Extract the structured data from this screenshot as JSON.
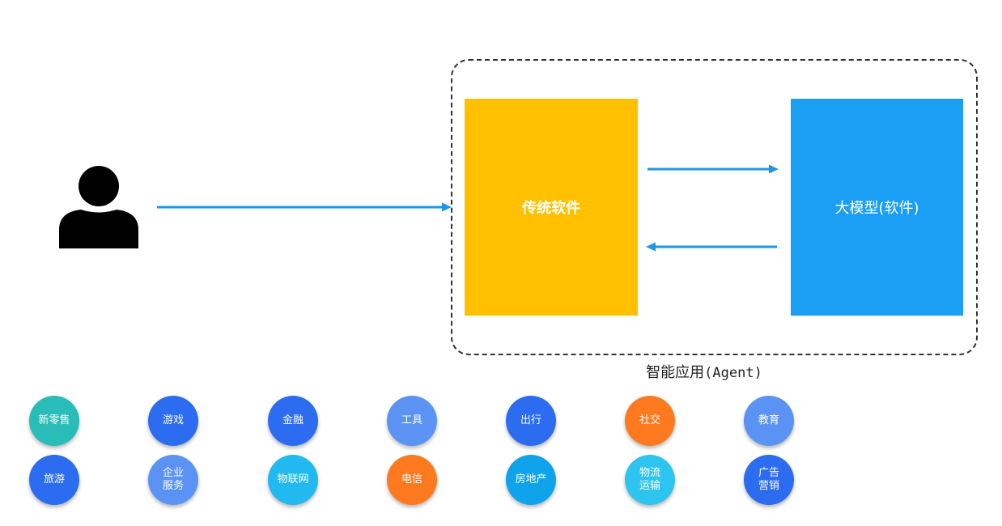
{
  "diagram": {
    "traditional_software": {
      "label": "传统软件",
      "color": "#FFC000"
    },
    "large_model": {
      "label": "大模型(软件)",
      "color": "#1A9FF5"
    },
    "agent_caption_cn": "智能应用",
    "agent_caption_en": "(Agent)",
    "arrow_color": "#1E96E8"
  },
  "industries": [
    {
      "label": "新零售",
      "color": "#28BDB8"
    },
    {
      "label": "游戏",
      "color": "#2B6CF0"
    },
    {
      "label": "金融",
      "color": "#2B6CF0"
    },
    {
      "label": "工具",
      "color": "#5B93F5"
    },
    {
      "label": "出行",
      "color": "#2B6CF0"
    },
    {
      "label": "社交",
      "color": "#FF7A1F"
    },
    {
      "label": "教育",
      "color": "#5B93F5"
    },
    {
      "label": "旅游",
      "color": "#2B6CF0"
    },
    {
      "label": "企业\n服务",
      "color": "#5B93F5"
    },
    {
      "label": "物联网",
      "color": "#22B8F0"
    },
    {
      "label": "电信",
      "color": "#FF7A1F"
    },
    {
      "label": "房地产",
      "color": "#0FA3EC"
    },
    {
      "label": "物流\n运输",
      "color": "#2EC4F0"
    },
    {
      "label": "广告\n营销",
      "color": "#2B6CF0"
    }
  ]
}
